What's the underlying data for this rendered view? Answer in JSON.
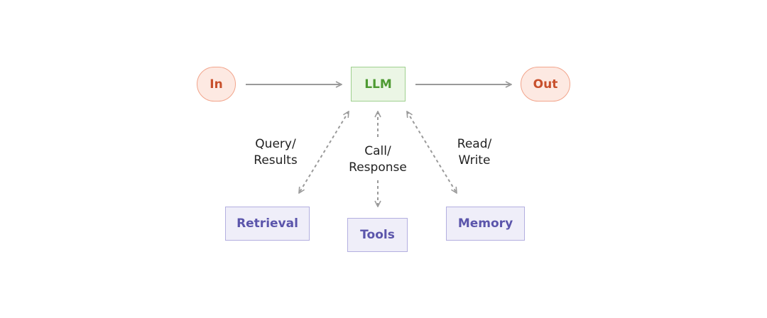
{
  "nodes": {
    "input": "In",
    "llm": "LLM",
    "output": "Out",
    "retrieval": "Retrieval",
    "tools": "Tools",
    "memory": "Memory"
  },
  "edge_labels": {
    "retrieval": [
      "Query/",
      "Results"
    ],
    "tools": [
      "Call/",
      "Response"
    ],
    "memory": [
      "Read/",
      "Write"
    ]
  },
  "colors": {
    "io_fill": "#fde9e2",
    "io_border": "#f2a58c",
    "io_text": "#c8502c",
    "llm_fill": "#ebf6e5",
    "llm_border": "#9fd08f",
    "llm_text": "#4e9a32",
    "tool_fill": "#efeef9",
    "tool_border": "#b3afe0",
    "tool_text": "#5b55ab",
    "arrow": "#9a9a9a"
  }
}
